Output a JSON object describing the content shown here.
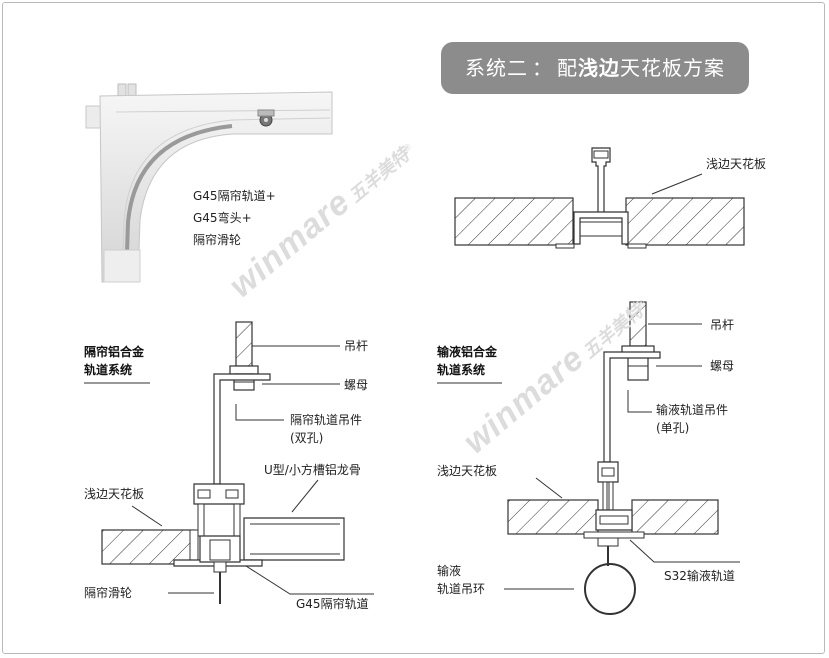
{
  "title": {
    "part1": "系统二",
    "sep": "：",
    "part2": "配",
    "highlight": "浅边",
    "part3": "天花板方案"
  },
  "watermark": {
    "brand_en": "winmare",
    "brand_cn": "五羊美特",
    "trademark": "®"
  },
  "product_photo": {
    "caption_line1": "G45隔帘轨道+",
    "caption_line2": "G45弯头+",
    "caption_line3": "隔帘滑轮"
  },
  "top_right_diagram": {
    "ceiling_label": "浅边天花板"
  },
  "left_diagram": {
    "heading_line1": "隔帘铝合金",
    "heading_line2": "轨道系统",
    "hanger_rod": "吊杆",
    "nut": "螺母",
    "hanger_line1": "隔帘轨道吊件",
    "hanger_line2": "(双孔)",
    "keel": "U型/小方槽铝龙骨",
    "ceiling": "浅边天花板",
    "pulley": "隔帘滑轮",
    "track": "G45隔帘轨道"
  },
  "right_diagram": {
    "heading_line1": "输液铝合金",
    "heading_line2": "轨道系统",
    "hanger_rod": "吊杆",
    "nut": "螺母",
    "hanger_line1": "输液轨道吊件",
    "hanger_line2": "(单孔)",
    "ceiling": "浅边天花板",
    "ring_line1": "输液",
    "ring_line2": "轨道吊环",
    "track": "S32输液轨道"
  }
}
